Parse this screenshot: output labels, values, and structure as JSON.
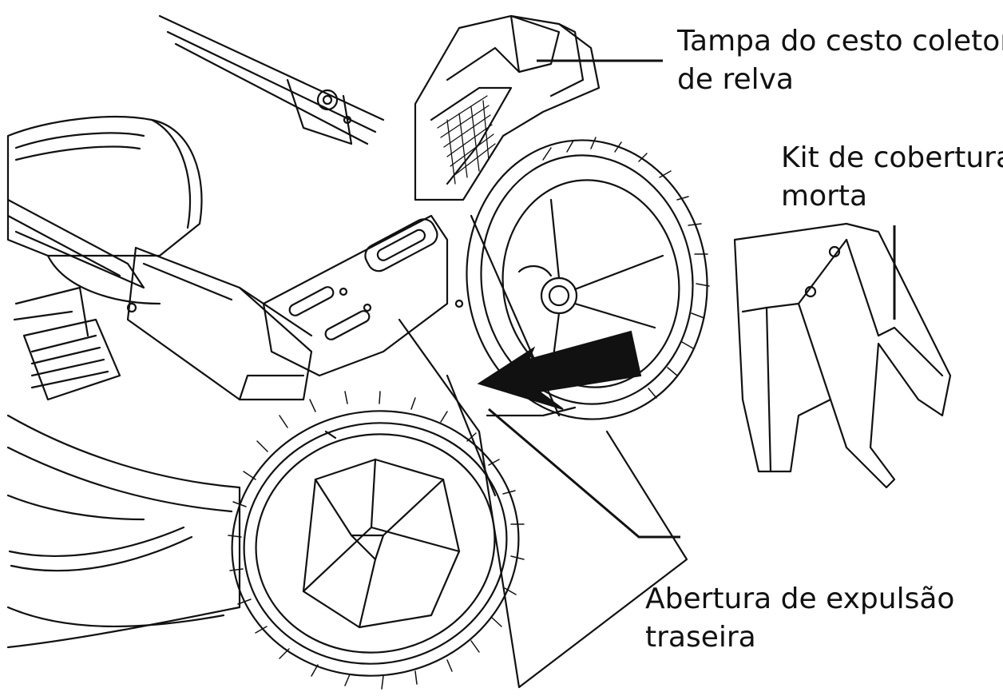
{
  "callouts": {
    "grass_bag_cover": {
      "line1": "Tampa do cesto coletor",
      "line2": "de relva"
    },
    "mulch_kit": {
      "line1": "Kit de cobertura",
      "line2": "morta"
    },
    "rear_discharge": {
      "line1": "Abertura de expulsão",
      "line2": "traseira"
    }
  },
  "colors": {
    "ink": "#111111",
    "background": "#ffffff"
  }
}
